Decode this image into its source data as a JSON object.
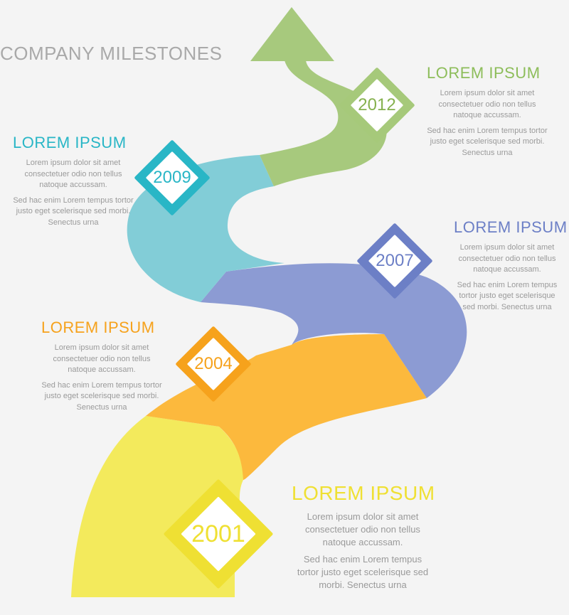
{
  "title": "COMPANY MILESTONES",
  "colors": {
    "background": "#f4f4f4",
    "green": "#a6c97a",
    "green_dark": "#86b14f",
    "teal": "#80ccd6",
    "teal_dark": "#29b6c6",
    "blue": "#8d9bd2",
    "blue_dark": "#6c7fc6",
    "orange": "#fbb73a",
    "orange_dark": "#f6a21c",
    "yellow": "#f3e85a",
    "yellow_dark": "#efe033",
    "body_text": "#9a9a9a"
  },
  "milestones": [
    {
      "year": "2012",
      "heading": "LOREM   IPSUM",
      "line1": "Lorem ipsum dolor sit amet consectetuer odio non tellus natoque accussam.",
      "line2": "Sed hac enim Lorem tempus tortor justo eget scelerisque sed morbi. Senectus urna",
      "color": "green"
    },
    {
      "year": "2009",
      "heading": "LOREM   IPSUM",
      "line1": "Lorem ipsum dolor sit amet consectetuer odio non tellus natoque accussam.",
      "line2": "Sed hac enim Lorem tempus tortor justo eget scelerisque sed morbi. Senectus urna",
      "color": "teal"
    },
    {
      "year": "2007",
      "heading": "LOREM   IPSUM",
      "line1": "Lorem ipsum dolor sit amet consectetuer odio non tellus natoque accussam.",
      "line2": "Sed hac enim Lorem tempus tortor justo eget scelerisque sed morbi. Senectus urna",
      "color": "blue"
    },
    {
      "year": "2004",
      "heading": "LOREM   IPSUM",
      "line1": "Lorem ipsum dolor sit amet consectetuer odio non tellus natoque accussam.",
      "line2": "Sed hac enim Lorem tempus tortor justo eget scelerisque sed morbi. Senectus urna",
      "color": "orange"
    },
    {
      "year": "2001",
      "heading": "LOREM   IPSUM",
      "line1": "Lorem ipsum dolor sit amet consectetuer odio non tellus natoque accussam.",
      "line2": "Sed hac enim Lorem tempus tortor justo eget scelerisque sed morbi. Senectus urna",
      "color": "yellow"
    }
  ]
}
